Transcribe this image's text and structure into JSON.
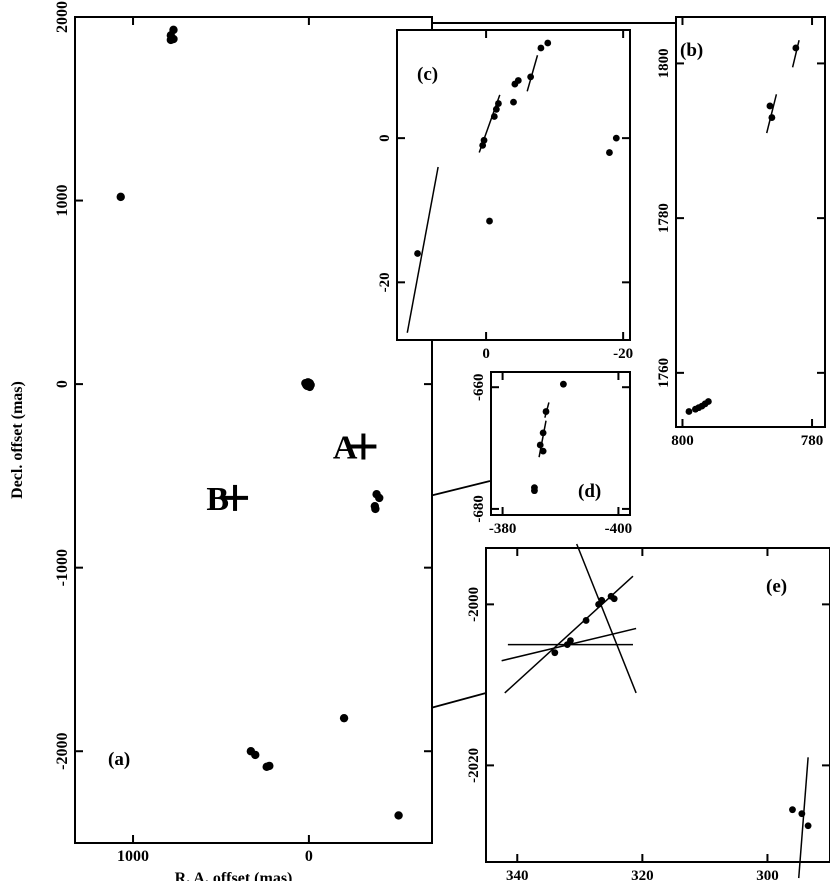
{
  "figure": {
    "ink_color": "#000000",
    "background": "#ffffff"
  },
  "chart_data": [
    {
      "id": "a",
      "type": "scatter",
      "panel_label": "(a)",
      "xlabel": "R. A. offset (mas)",
      "ylabel": "Decl. offset (mas)",
      "x_reversed": true,
      "xlim": [
        1330,
        -700
      ],
      "ylim": [
        -2500,
        2000
      ],
      "x_ticks": [
        1000,
        0
      ],
      "x_tick_labels": [
        "1000",
        "0"
      ],
      "y_ticks": [
        2000,
        1000,
        0,
        -1000,
        -2000
      ],
      "y_tick_labels": [
        "2000",
        "1000",
        "0",
        "-1000",
        "-2000"
      ],
      "points": [
        {
          "x": 785,
          "y": 1900
        },
        {
          "x": 770,
          "y": 1930
        },
        {
          "x": 785,
          "y": 1875
        },
        {
          "x": 770,
          "y": 1880
        },
        {
          "x": 1070,
          "y": 1020
        },
        {
          "x": 0,
          "y": 0
        },
        {
          "x": 10,
          "y": -10
        },
        {
          "x": -5,
          "y": 5
        },
        {
          "x": 15,
          "y": -5
        },
        {
          "x": -5,
          "y": -15
        },
        {
          "x": 20,
          "y": 5
        },
        {
          "x": 5,
          "y": 10
        },
        {
          "x": -10,
          "y": -5
        },
        {
          "x": -385,
          "y": -600
        },
        {
          "x": -400,
          "y": -620
        },
        {
          "x": -375,
          "y": -665
        },
        {
          "x": -378,
          "y": -680
        },
        {
          "x": 330,
          "y": -2000
        },
        {
          "x": 305,
          "y": -2020
        },
        {
          "x": 225,
          "y": -2080
        },
        {
          "x": 240,
          "y": -2085
        },
        {
          "x": -200,
          "y": -1820
        },
        {
          "x": -510,
          "y": -2350
        }
      ],
      "markers": [
        {
          "label": "A",
          "x": -310,
          "y": -340
        },
        {
          "label": "B",
          "x": 420,
          "y": -620
        }
      ]
    },
    {
      "id": "b",
      "type": "scatter",
      "panel_label": "(b)",
      "x_reversed": true,
      "xlim": [
        801,
        778
      ],
      "ylim": [
        1753,
        1806
      ],
      "x_ticks": [
        800,
        780
      ],
      "x_tick_labels": [
        "800",
        "780"
      ],
      "y_ticks": [
        1800,
        1780,
        1760
      ],
      "y_tick_labels": [
        "1800",
        "1780",
        "1760"
      ],
      "points": [
        {
          "x": 799,
          "y": 1755
        },
        {
          "x": 798,
          "y": 1755.3
        },
        {
          "x": 797.5,
          "y": 1755.5
        },
        {
          "x": 797,
          "y": 1755.7
        },
        {
          "x": 796.5,
          "y": 1756
        },
        {
          "x": 796,
          "y": 1756.3
        },
        {
          "x": 786.5,
          "y": 1794.5
        },
        {
          "x": 786.2,
          "y": 1793
        },
        {
          "x": 782.5,
          "y": 1802
        }
      ],
      "segments": [
        {
          "x1": 787,
          "y1": 1791,
          "x2": 785.5,
          "y2": 1796
        },
        {
          "x1": 783,
          "y1": 1799.5,
          "x2": 782,
          "y2": 1803
        }
      ]
    },
    {
      "id": "c",
      "type": "scatter",
      "panel_label": "(c)",
      "x_reversed": true,
      "xlim": [
        13,
        -21
      ],
      "ylim": [
        -28,
        15
      ],
      "x_ticks": [
        0,
        -20
      ],
      "x_tick_labels": [
        "0",
        "-20"
      ],
      "y_ticks": [
        0,
        -20
      ],
      "y_tick_labels": [
        "0",
        "-20"
      ],
      "points": [
        {
          "x": 10,
          "y": -16
        },
        {
          "x": -0.5,
          "y": -11.5
        },
        {
          "x": 0.3,
          "y": -0.3
        },
        {
          "x": 0.5,
          "y": -1
        },
        {
          "x": -1.2,
          "y": 3
        },
        {
          "x": -1.5,
          "y": 4
        },
        {
          "x": -1.8,
          "y": 4.8
        },
        {
          "x": -4,
          "y": 5
        },
        {
          "x": -4.2,
          "y": 7.5
        },
        {
          "x": -4.7,
          "y": 8
        },
        {
          "x": -6.5,
          "y": 8.5
        },
        {
          "x": -8,
          "y": 12.5
        },
        {
          "x": -9,
          "y": 13.2
        },
        {
          "x": -18,
          "y": -2
        },
        {
          "x": -19,
          "y": 0
        }
      ],
      "segments": [
        {
          "x1": 11.5,
          "y1": -27,
          "x2": 7,
          "y2": -4
        },
        {
          "x1": 1,
          "y1": -2,
          "x2": -2,
          "y2": 6
        },
        {
          "x1": -6,
          "y1": 6.5,
          "x2": -7.5,
          "y2": 11.5
        }
      ]
    },
    {
      "id": "d",
      "type": "scatter",
      "panel_label": "(d)",
      "x_reversed": true,
      "xlim": [
        -378,
        -402
      ],
      "ylim": [
        -681,
        -657.5
      ],
      "x_ticks": [
        -380,
        -400
      ],
      "x_tick_labels": [
        "-380",
        "-400"
      ],
      "y_ticks": [
        -660,
        -680
      ],
      "y_tick_labels": [
        "-660",
        "-680"
      ],
      "points": [
        {
          "x": -390.5,
          "y": -659.5
        },
        {
          "x": -387.5,
          "y": -664
        },
        {
          "x": -387,
          "y": -667.5
        },
        {
          "x": -386.5,
          "y": -669.5
        },
        {
          "x": -387,
          "y": -670.5
        },
        {
          "x": -385.5,
          "y": -676.5
        },
        {
          "x": -385.5,
          "y": -677
        }
      ],
      "segments": [
        {
          "x1": -386.3,
          "y1": -671.5,
          "x2": -387.5,
          "y2": -665.5
        },
        {
          "x1": -387.3,
          "y1": -665,
          "x2": -388,
          "y2": -662.5
        }
      ]
    },
    {
      "id": "e",
      "type": "scatter",
      "panel_label": "(e)",
      "x_reversed": true,
      "xlim": [
        345,
        290
      ],
      "ylim": [
        -2032,
        -1993
      ],
      "x_ticks": [
        340,
        320,
        300
      ],
      "x_tick_labels": [
        "340",
        "320",
        "300"
      ],
      "y_ticks": [
        -2000,
        -2020
      ],
      "y_tick_labels": [
        "-2000",
        "-2020"
      ],
      "points": [
        {
          "x": 325,
          "y": -1999
        },
        {
          "x": 324.5,
          "y": -1999.3
        },
        {
          "x": 326.5,
          "y": -1999.5
        },
        {
          "x": 327,
          "y": -2000
        },
        {
          "x": 329,
          "y": -2002
        },
        {
          "x": 331.5,
          "y": -2004.5
        },
        {
          "x": 332,
          "y": -2005
        },
        {
          "x": 334,
          "y": -2006
        },
        {
          "x": 296,
          "y": -2025.5
        },
        {
          "x": 294.5,
          "y": -2026
        },
        {
          "x": 293.5,
          "y": -2027.5
        }
      ],
      "segments": [
        {
          "x1": 342.5,
          "y1": -2007,
          "x2": 321,
          "y2": -2003
        },
        {
          "x1": 341.5,
          "y1": -2005,
          "x2": 321.5,
          "y2": -2005
        },
        {
          "x1": 342,
          "y1": -2011,
          "x2": 321.5,
          "y2": -1996.5
        },
        {
          "x1": 330.5,
          "y1": -1992.5,
          "x2": 321,
          "y2": -2011
        },
        {
          "x1": 295,
          "y1": -2034,
          "x2": 293.5,
          "y2": -2019
        }
      ]
    }
  ]
}
